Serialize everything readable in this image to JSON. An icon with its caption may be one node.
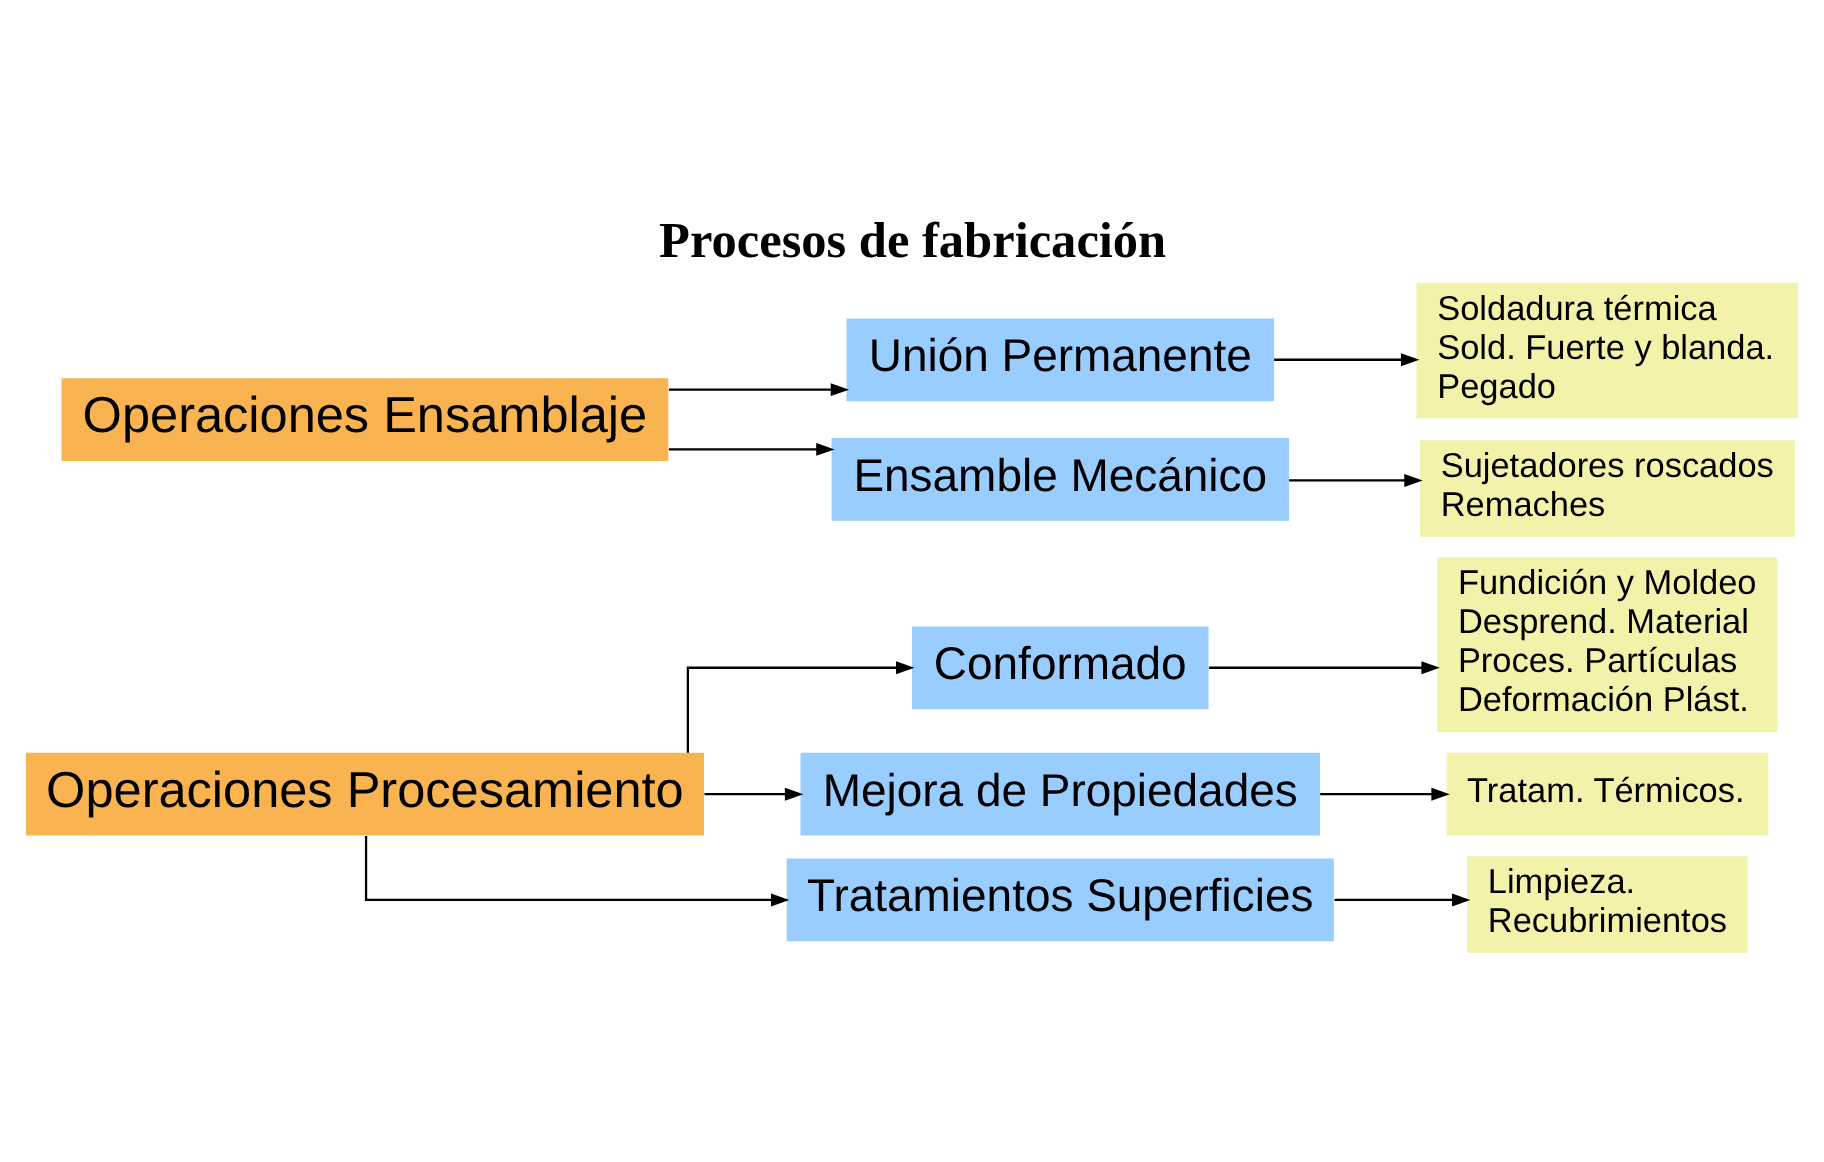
{
  "diagram": {
    "title": "Procesos de fabricación",
    "nodes": [
      {
        "text": [
          "Operaciones Procesamiento"
        ]
      },
      {
        "text": [
          "Conformado"
        ]
      },
      {
        "text": [
          "Mejora de Propiedades"
        ]
      },
      {
        "text": [
          "Tratamientos Superficies"
        ]
      },
      {
        "text": [
          "Fundición y Moldeo",
          "Desprend. Material",
          "Proces. Partículas",
          "Deformación Plást."
        ]
      },
      {
        "text": [
          "Tratam. Térmicos."
        ]
      },
      {
        "text": [
          "Limpieza.",
          "Recubrimientos"
        ]
      },
      {
        "text": [
          "Operaciones Ensamblaje"
        ]
      },
      {
        "text": [
          "Unión Permanente"
        ]
      },
      {
        "text": [
          "Ensamble Mecánico"
        ]
      },
      {
        "text": [
          "Soldadura térmica",
          "Sold. Fuerte y blanda.",
          "Pegado"
        ]
      },
      {
        "text": [
          "Sujetadores roscados",
          "Remaches"
        ]
      }
    ],
    "edges": [
      {
        "from": 0,
        "to": 1,
        "arrow": "to"
      },
      {
        "from": 0,
        "to": 2,
        "arrow": "to"
      },
      {
        "from": 0,
        "to": 3,
        "arrow": "to"
      },
      {
        "from": 1,
        "to": 4,
        "arrow": "to"
      },
      {
        "from": 2,
        "to": 5,
        "arrow": "to"
      },
      {
        "from": 3,
        "to": 6,
        "arrow": "to"
      },
      {
        "from": 7,
        "to": 8,
        "arrow": "to"
      },
      {
        "from": 7,
        "to": 9,
        "arrow": "to"
      },
      {
        "from": 8,
        "to": 10,
        "arrow": "to"
      },
      {
        "from": 9,
        "to": 11,
        "arrow": "to"
      }
    ]
  }
}
